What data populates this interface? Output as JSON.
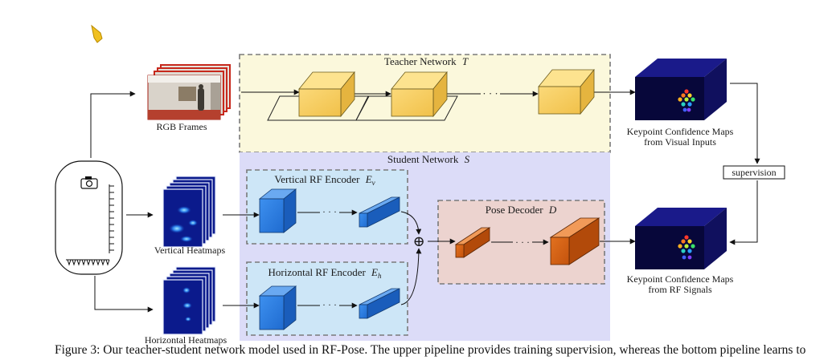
{
  "diagram": {
    "teacher_network_label": "Teacher Network",
    "teacher_network_symbol": "T",
    "student_network_label": "Student Network",
    "student_network_symbol": "S",
    "vertical_encoder_label": "Vertical RF Encoder",
    "vertical_encoder_symbol": "E",
    "vertical_encoder_subscript": "v",
    "horizontal_encoder_label": "Horizontal RF Encoder",
    "horizontal_encoder_symbol": "E",
    "horizontal_encoder_subscript": "h",
    "pose_decoder_label": "Pose Decoder",
    "pose_decoder_symbol": "D",
    "rgb_frames_label": "RGB Frames",
    "vertical_heatmaps_label": "Vertical Heatmaps",
    "horizontal_heatmaps_label": "Horizontal Heatmaps",
    "keypoint_visual_line1": "Keypoint Confidence Maps",
    "keypoint_visual_line2": "from Visual Inputs",
    "keypoint_rf_line1": "Keypoint Confidence Maps",
    "keypoint_rf_line2": "from RF Signals",
    "supervision_label": "supervision",
    "ellipsis": "· · ·",
    "combine_symbol": "⊕"
  },
  "caption": {
    "label": "Figure 3:",
    "text": "Our teacher-student network model used in RF-Pose. The upper pipeline provides training supervision, whereas the bottom pipeline learns to"
  },
  "colors": {
    "teacher_bg": "#fbf8dc",
    "student_bg": "#dcdcf8",
    "encoder_bg": "#cde6f7",
    "decoder_bg": "#ecd3cf",
    "teacher_block": "#f7cf63",
    "encoder_block": "#2f7fe0",
    "decoder_block": "#d65e12",
    "confidence_map": "#0c0c5e"
  }
}
